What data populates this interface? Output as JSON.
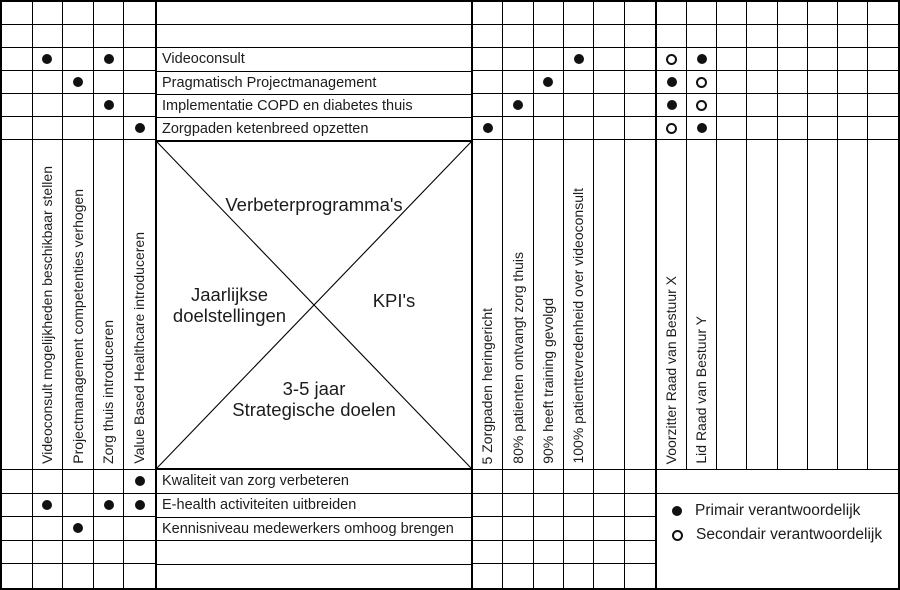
{
  "diagram": {
    "title_hint": "X-matrix policy deployment (Hoshin Kanri)",
    "center": {
      "top": "Verbeterprogramma's",
      "left": "Jaarlijkse doelstellingen",
      "right": "KPI's",
      "bottom_line1": "3-5 jaar",
      "bottom_line2": "Strategische doelen"
    },
    "programs": [
      "Videoconsult",
      "Pragmatisch Projectmanagement",
      "Implementatie COPD en diabetes thuis",
      "Zorgpaden ketenbreed opzetten"
    ],
    "annual_objectives": [
      "Videoconsult mogelijkheden beschikbaar stellen",
      "Projectmanagement competenties verhogen",
      "Zorg thuis introduceren",
      "Value Based Healthcare introduceren"
    ],
    "kpis": [
      "5 Zorgpaden heringericht",
      "80% patienten ontvangt zorg thuis",
      "90% heeft training gevolgd",
      "100% patienttevredenheid over videoconsult"
    ],
    "responsibles": [
      "Voorzitter Raad van Bestuur X",
      "Lid Raad van Bestuur Y"
    ],
    "strategic_goals": [
      "Kwaliteit van zorg verbeteren",
      "E-health activiteiten uitbreiden",
      "Kennisniveau medewerkers omhoog brengen"
    ],
    "markers": {
      "programs_x_objectives": [
        {
          "program": 0,
          "objective": 0,
          "type": "primary"
        },
        {
          "program": 0,
          "objective": 2,
          "type": "primary"
        },
        {
          "program": 1,
          "objective": 1,
          "type": "primary"
        },
        {
          "program": 2,
          "objective": 2,
          "type": "primary"
        },
        {
          "program": 3,
          "objective": 3,
          "type": "primary"
        }
      ],
      "programs_x_kpis": [
        {
          "program": 0,
          "kpi": 3,
          "type": "primary"
        },
        {
          "program": 1,
          "kpi": 2,
          "type": "primary"
        },
        {
          "program": 2,
          "kpi": 1,
          "type": "primary"
        },
        {
          "program": 3,
          "kpi": 0,
          "type": "primary"
        }
      ],
      "programs_x_responsibles": [
        {
          "program": 0,
          "responsible": 0,
          "type": "secondary"
        },
        {
          "program": 0,
          "responsible": 1,
          "type": "primary"
        },
        {
          "program": 1,
          "responsible": 0,
          "type": "primary"
        },
        {
          "program": 1,
          "responsible": 1,
          "type": "secondary"
        },
        {
          "program": 2,
          "responsible": 0,
          "type": "primary"
        },
        {
          "program": 2,
          "responsible": 1,
          "type": "secondary"
        },
        {
          "program": 3,
          "responsible": 0,
          "type": "secondary"
        },
        {
          "program": 3,
          "responsible": 1,
          "type": "primary"
        }
      ],
      "goals_x_objectives": [
        {
          "goal": 0,
          "objective": 3,
          "type": "primary"
        },
        {
          "goal": 1,
          "objective": 0,
          "type": "primary"
        },
        {
          "goal": 1,
          "objective": 2,
          "type": "primary"
        },
        {
          "goal": 1,
          "objective": 3,
          "type": "primary"
        },
        {
          "goal": 2,
          "objective": 1,
          "type": "primary"
        }
      ]
    },
    "legend": {
      "primary": "Primair verantwoordelijk",
      "secondary": "Secondair verantwoordelijk"
    },
    "colors": {
      "line": "#000000",
      "text": "#1c1c1c",
      "marker": "#111111",
      "background": "#ffffff"
    }
  }
}
